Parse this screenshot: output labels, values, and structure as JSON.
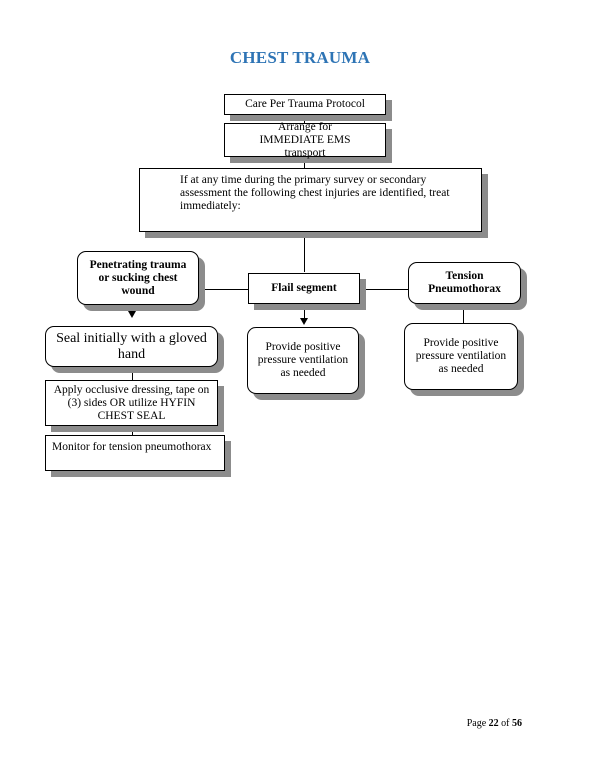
{
  "title": "CHEST TRAUMA",
  "boxes": {
    "care_protocol": "Care Per Trauma Protocol",
    "arrange_transport": "Arrange for IMMEDIATE EMS transport",
    "survey_instruction": "If at any time during the primary survey or secondary assessment the following chest injuries are identified, treat immediately:",
    "penetrating": "Penetrating trauma or sucking chest wound",
    "flail": "Flail segment",
    "tension": "Tension Pneumothorax",
    "seal_gloved": "Seal initially with a gloved hand",
    "occlusive": "Apply occlusive dressing, tape on (3) sides OR utilize HYFIN CHEST SEAL",
    "monitor": "Monitor for tension pneumothorax",
    "flail_ventilation": "Provide positive pressure ventilation as needed",
    "tension_ventilation": "Provide positive pressure ventilation as needed"
  },
  "footer": {
    "page_label": "Page",
    "page_number": "22",
    "of_label": "of",
    "total_pages": "56"
  },
  "colors": {
    "title": "#2e74b5",
    "shadow": "#8c8c8c"
  }
}
